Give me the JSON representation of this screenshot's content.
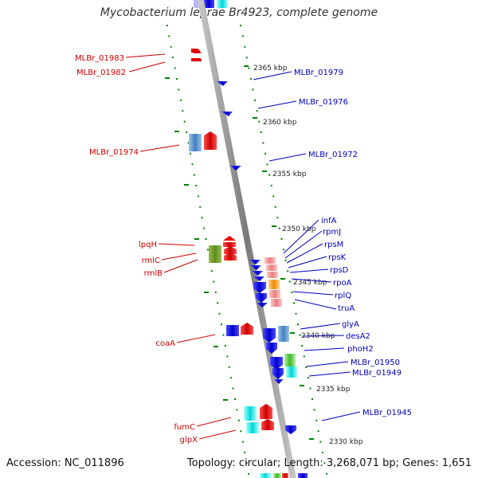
{
  "title": "Mycobacterium leprae Br4923, complete genome",
  "accession": "Accession: NC_011896",
  "summary": "Topology: circular; Length: 3,268,071 bp; Genes: 1,651",
  "colors": {
    "backbone": "#888888",
    "tick": "#008000",
    "left_label": "#cc0000",
    "right_label": "#0000bb",
    "scale_text": "#222222"
  },
  "scale_labels": [
    "2365 kbp",
    "2360 kbp",
    "2355 kbp",
    "2350 kbp",
    "2345 kbp",
    "2340 kbp",
    "2335 kbp",
    "2330 kbp"
  ],
  "left_labels": [
    "MLBr_01983",
    "MLBr_01982",
    "MLBr_01974",
    "lpqH",
    "rmlC",
    "rmlB",
    "coaA",
    "fumC",
    "glpX"
  ],
  "right_labels": [
    "MLBr_01979",
    "MLBr_01976",
    "MLBr_01972",
    "infA",
    "rpmJ",
    "rpsM",
    "rpsK",
    "rpsD",
    "rpoA",
    "rplQ",
    "truA",
    "glyA",
    "desA2",
    "phoH2",
    "MLBr_01950",
    "MLBr_01949",
    "MLBr_01945"
  ]
}
